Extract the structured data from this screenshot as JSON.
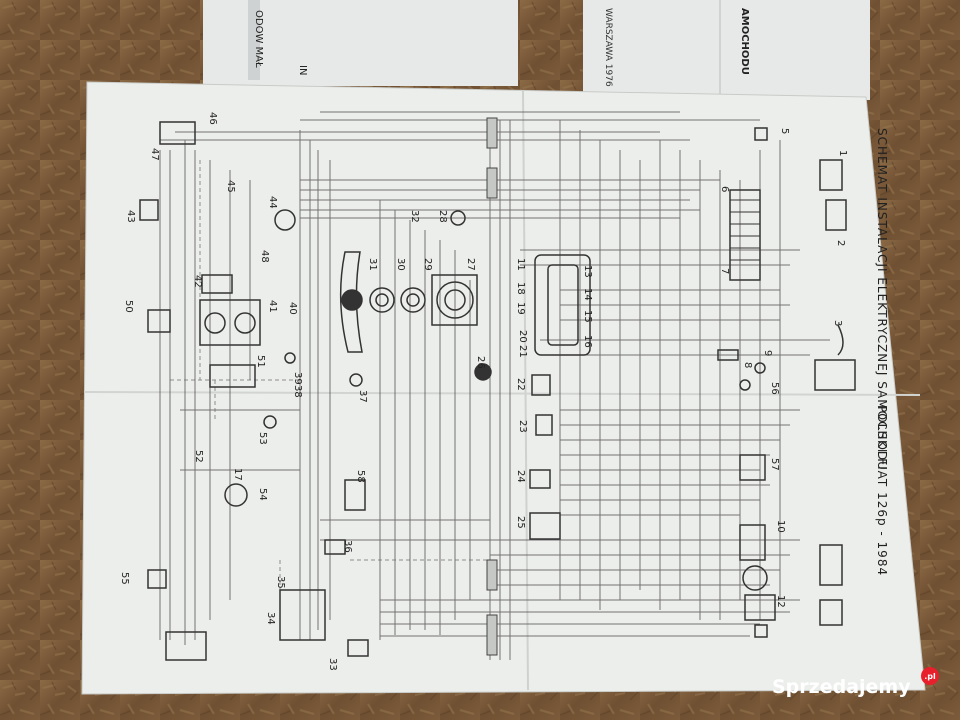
{
  "image": {
    "background_doc_left": {
      "text_1": "ODOW MAŁ",
      "text_2": "IN"
    },
    "background_doc_right": {
      "imprint": "WARSZAWA 1976",
      "title": "AMOCHODU"
    },
    "diagram": {
      "title_line_1": "SCHEMAT INSTALACJI ELEKTRYCZNEJ SAMOCHODU",
      "title_line_2": "POLSKI FIAT 126p - 1984",
      "component_numbers": [
        "1",
        "2",
        "3",
        "5",
        "6",
        "7",
        "8",
        "9",
        "10",
        "11",
        "12",
        "13",
        "14",
        "15",
        "16",
        "17",
        "18",
        "19",
        "20",
        "21",
        "22",
        "23",
        "24",
        "25",
        "26",
        "27",
        "28",
        "29",
        "30",
        "31",
        "32",
        "33",
        "34",
        "35",
        "36",
        "37",
        "38",
        "39",
        "40",
        "41",
        "42",
        "43",
        "44",
        "45",
        "46",
        "47",
        "48",
        "50",
        "51",
        "52",
        "53",
        "54",
        "55",
        "56",
        "57",
        "58"
      ]
    },
    "watermark": {
      "text": "Sprzedajemy",
      "suffix": ".pl"
    },
    "colors": {
      "wood": "#7a5a3a",
      "paper": "#eceeeb",
      "ink": "#4a4a4a",
      "brand_accent": "#e8202b"
    }
  }
}
